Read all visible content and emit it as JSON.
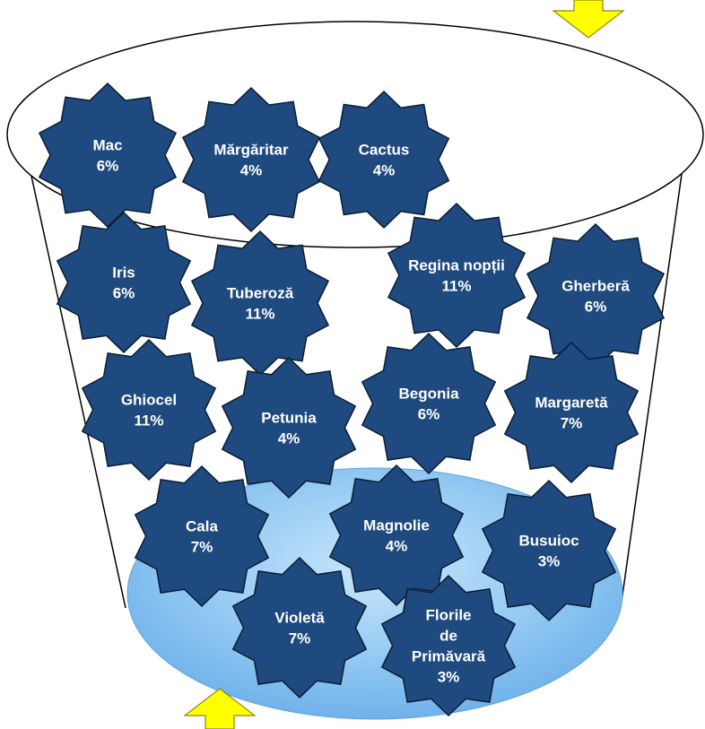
{
  "colors": {
    "star_fill": "#1e4a7f",
    "star_stroke": "#0b1d33",
    "water_fill": "#8ec5f2",
    "arrow_fill": "#ffff00"
  },
  "flowers": [
    {
      "name": "Mac",
      "percent": "6%"
    },
    {
      "name": "Mărgăritar",
      "percent": "4%"
    },
    {
      "name": "Cactus",
      "percent": "4%"
    },
    {
      "name": "Iris",
      "percent": "6%"
    },
    {
      "name": "Tuberoză",
      "percent": "11%"
    },
    {
      "name": "Regina nopții",
      "percent": "11%"
    },
    {
      "name": "Gherberă",
      "percent": "6%"
    },
    {
      "name": "Ghiocel",
      "percent": "11%"
    },
    {
      "name": "Petunia",
      "percent": "4%"
    },
    {
      "name": "Begonia",
      "percent": "6%"
    },
    {
      "name": "Margaretă",
      "percent": "7%"
    },
    {
      "name": "Cala",
      "percent": "7%"
    },
    {
      "name": "Magnolie",
      "percent": "4%"
    },
    {
      "name": "Busuioc",
      "percent": "3%"
    },
    {
      "name": "Violetă",
      "percent": "7%"
    },
    {
      "name": "Florile de Primăvară",
      "percent": "3%",
      "lines": [
        "Florile",
        "de",
        "Primăvară",
        "3%"
      ]
    }
  ]
}
